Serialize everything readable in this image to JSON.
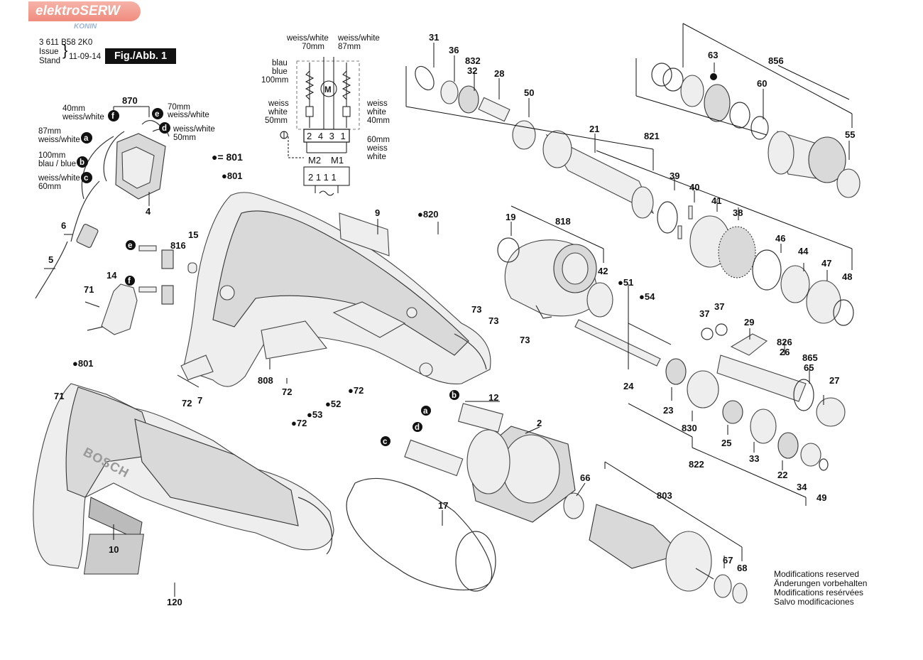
{
  "watermark": {
    "brand": "elektroSERW",
    "city": "KONIN"
  },
  "header": {
    "code": "3 611 B58 2K0",
    "issue_label": "Issue",
    "stand_label": "Stand",
    "date": "11-09-14",
    "figure": "Fig./Abb. 1"
  },
  "legend_dot": "●= 801",
  "wiring": {
    "top_left": [
      "weiss/white",
      "70mm"
    ],
    "top_right": [
      "weiss/white",
      "87mm"
    ],
    "left_mid": [
      "blau",
      "blue",
      "100mm"
    ],
    "left_low": [
      "weiss",
      "white",
      "50mm"
    ],
    "right_mid": [
      "weiss",
      "white",
      "40mm"
    ],
    "right_low": [
      "60mm",
      "weiss",
      "white"
    ],
    "terminals": "2 4 3 1",
    "m2": "M2",
    "m1": "M1",
    "bottom": "2 1  1 1"
  },
  "switch_wires": {
    "w40": [
      "40mm",
      "weiss/white"
    ],
    "w70": [
      "70mm",
      "weiss/white"
    ],
    "w87": [
      "87mm",
      "weiss/white"
    ],
    "w50": [
      "weiss/white",
      "50mm"
    ],
    "w100": [
      "100mm",
      "blau / blue"
    ],
    "w60": [
      "weiss/white",
      "60mm"
    ]
  },
  "parts": [
    {
      "id": "p870",
      "text": "870"
    },
    {
      "id": "p4",
      "text": "4"
    },
    {
      "id": "p6",
      "text": "6"
    },
    {
      "id": "p5",
      "text": "5"
    },
    {
      "id": "p71a",
      "text": "71"
    },
    {
      "id": "p14",
      "text": "14"
    },
    {
      "id": "p816",
      "text": "816"
    },
    {
      "id": "p15",
      "text": "15"
    },
    {
      "id": "p801a",
      "text": "●801"
    },
    {
      "id": "p9",
      "text": "9"
    },
    {
      "id": "p820",
      "text": "●820"
    },
    {
      "id": "p31",
      "text": "31"
    },
    {
      "id": "p36",
      "text": "36"
    },
    {
      "id": "p832",
      "text": "832"
    },
    {
      "id": "p32",
      "text": "32"
    },
    {
      "id": "p28",
      "text": "28"
    },
    {
      "id": "p50",
      "text": "50"
    },
    {
      "id": "p21",
      "text": "21"
    },
    {
      "id": "p821",
      "text": "821"
    },
    {
      "id": "p63",
      "text": "63"
    },
    {
      "id": "p856",
      "text": "856"
    },
    {
      "id": "p60",
      "text": "60"
    },
    {
      "id": "p55",
      "text": "55"
    },
    {
      "id": "p39",
      "text": "39"
    },
    {
      "id": "p40",
      "text": "40"
    },
    {
      "id": "p41",
      "text": "41"
    },
    {
      "id": "p38",
      "text": "38"
    },
    {
      "id": "p46",
      "text": "46"
    },
    {
      "id": "p44",
      "text": "44"
    },
    {
      "id": "p47",
      "text": "47"
    },
    {
      "id": "p48",
      "text": "48"
    },
    {
      "id": "p19",
      "text": "19"
    },
    {
      "id": "p818",
      "text": "818"
    },
    {
      "id": "p42",
      "text": "42"
    },
    {
      "id": "p51",
      "text": "●51"
    },
    {
      "id": "p54",
      "text": "●54"
    },
    {
      "id": "p73a",
      "text": "73"
    },
    {
      "id": "p73b",
      "text": "73"
    },
    {
      "id": "p73c",
      "text": "73"
    },
    {
      "id": "p37a",
      "text": "37"
    },
    {
      "id": "p37b",
      "text": "37"
    },
    {
      "id": "p29",
      "text": "29"
    },
    {
      "id": "p826",
      "text": "826"
    },
    {
      "id": "p26",
      "text": "26"
    },
    {
      "id": "p865",
      "text": "865"
    },
    {
      "id": "p65",
      "text": "65"
    },
    {
      "id": "p27",
      "text": "27"
    },
    {
      "id": "p24",
      "text": "24"
    },
    {
      "id": "p23",
      "text": "23"
    },
    {
      "id": "p830",
      "text": "830"
    },
    {
      "id": "p25",
      "text": "25"
    },
    {
      "id": "p33",
      "text": "33"
    },
    {
      "id": "p822",
      "text": "822"
    },
    {
      "id": "p22",
      "text": "22"
    },
    {
      "id": "p34",
      "text": "34"
    },
    {
      "id": "p49",
      "text": "49"
    },
    {
      "id": "p801b",
      "text": "●801"
    },
    {
      "id": "p71b",
      "text": "71"
    },
    {
      "id": "p808",
      "text": "808"
    },
    {
      "id": "p72a",
      "text": "72"
    },
    {
      "id": "p72b",
      "text": "72"
    },
    {
      "id": "p7",
      "text": "7"
    },
    {
      "id": "p53",
      "text": "●53"
    },
    {
      "id": "p52",
      "text": "●52"
    },
    {
      "id": "p72c",
      "text": "●72"
    },
    {
      "id": "p72d",
      "text": "●72"
    },
    {
      "id": "p12",
      "text": "12"
    },
    {
      "id": "p2",
      "text": "2"
    },
    {
      "id": "p17",
      "text": "17"
    },
    {
      "id": "p66",
      "text": "66"
    },
    {
      "id": "p803",
      "text": "803"
    },
    {
      "id": "p67",
      "text": "67"
    },
    {
      "id": "p68",
      "text": "68"
    },
    {
      "id": "p10",
      "text": "10"
    },
    {
      "id": "p120",
      "text": "120"
    },
    {
      "id": "p63dot",
      "text": "●"
    }
  ],
  "letters": [
    "a",
    "b",
    "c",
    "d",
    "e",
    "f"
  ],
  "brand_on_tool": "BOSCH",
  "modifications": [
    "Modifications reserved",
    "Änderungen vorbehalten",
    "Modifications resérvées",
    "Salvo modificaciones"
  ]
}
